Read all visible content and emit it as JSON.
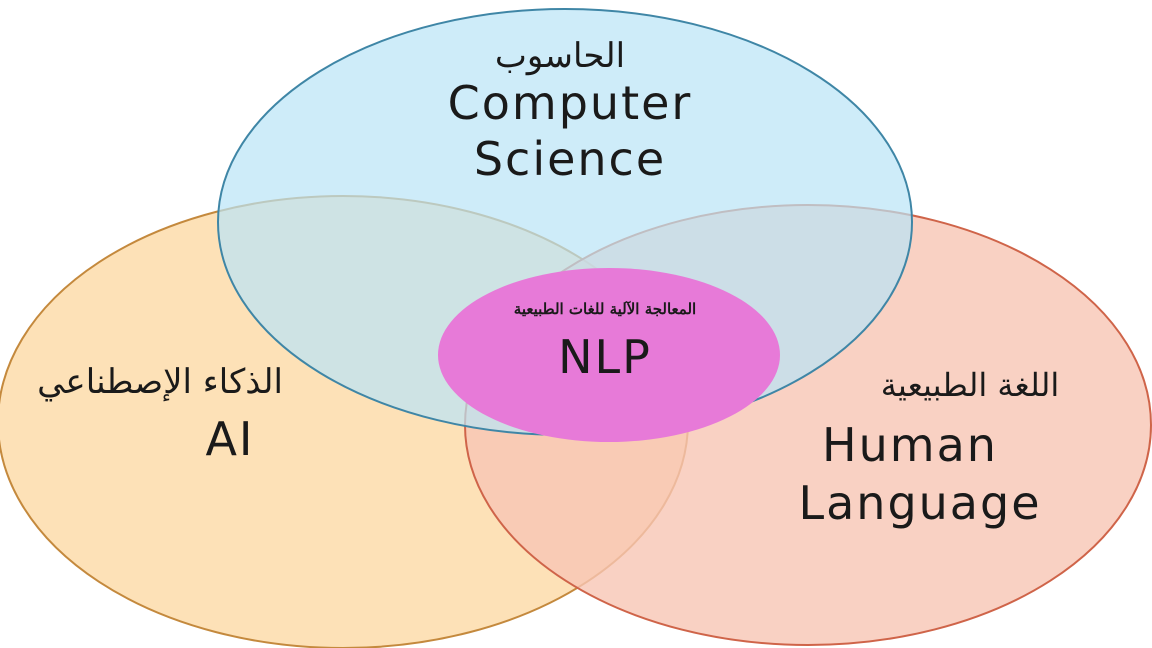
{
  "circles": {
    "computer_science": {
      "arabic": "الحاسوب",
      "line1": "Computer",
      "line2": "Science",
      "fill": "#b9e4f6",
      "stroke": "#3f86a6"
    },
    "ai": {
      "arabic": "الذكاء الإصطناعي",
      "label": "AI",
      "fill": "#fddcaa",
      "stroke": "#c4893d"
    },
    "human_language": {
      "arabic": "اللغة الطبيعية",
      "line1": "Human",
      "line2": "Language",
      "fill": "#f8c6b4",
      "stroke": "#cf6449"
    },
    "nlp": {
      "arabic": "المعالجة الآلية للغات الطبيعية",
      "label": "NLP",
      "fill": "#e77ad8"
    }
  }
}
